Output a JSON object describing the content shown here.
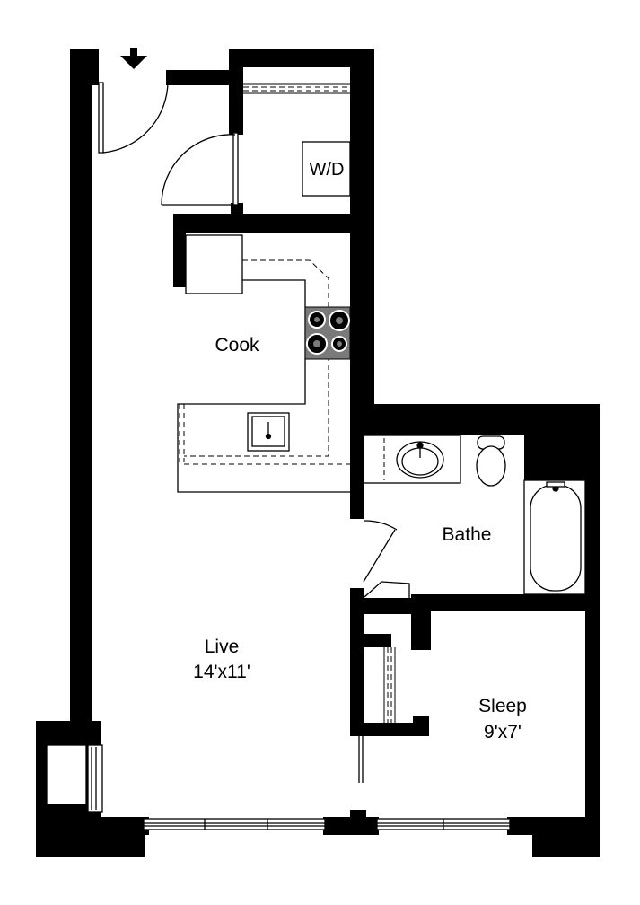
{
  "floorplan": {
    "rooms": {
      "cook": {
        "label": "Cook"
      },
      "bathe": {
        "label": "Bathe"
      },
      "live": {
        "label": "Live",
        "dimensions": "14'x11'"
      },
      "sleep": {
        "label": "Sleep",
        "dimensions": "9'x7'"
      }
    },
    "appliances": {
      "washer_dryer": {
        "label": "W/D"
      }
    },
    "icons": {
      "entry": "entry-arrow-icon",
      "stove": "cooktop-icon",
      "kitchen_sink": "kitchen-sink-icon",
      "bath_sink": "bathroom-sink-icon",
      "toilet": "toilet-icon",
      "bathtub": "bathtub-icon"
    },
    "colors": {
      "wall": "#000000",
      "background": "#ffffff",
      "cooktop": "#7a7a7a"
    }
  }
}
